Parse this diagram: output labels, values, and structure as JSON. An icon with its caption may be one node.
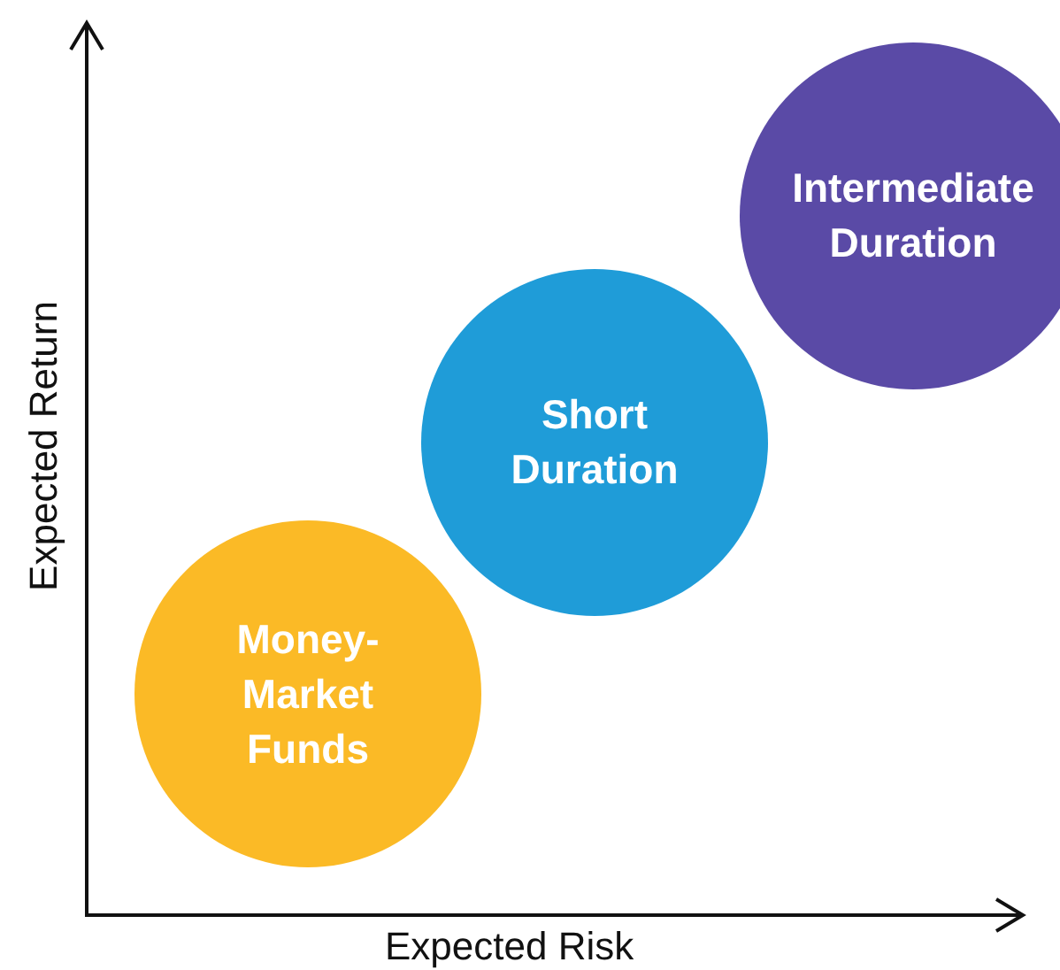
{
  "diagram": {
    "nodes": [
      {
        "text": [
          "Money-Market Funds"
        ]
      },
      {
        "text": [
          "Short Duration"
        ]
      },
      {
        "text": [
          "Intermediate Duration"
        ]
      }
    ],
    "labels": [
      "Expected Return",
      "Expected Risk"
    ]
  }
}
